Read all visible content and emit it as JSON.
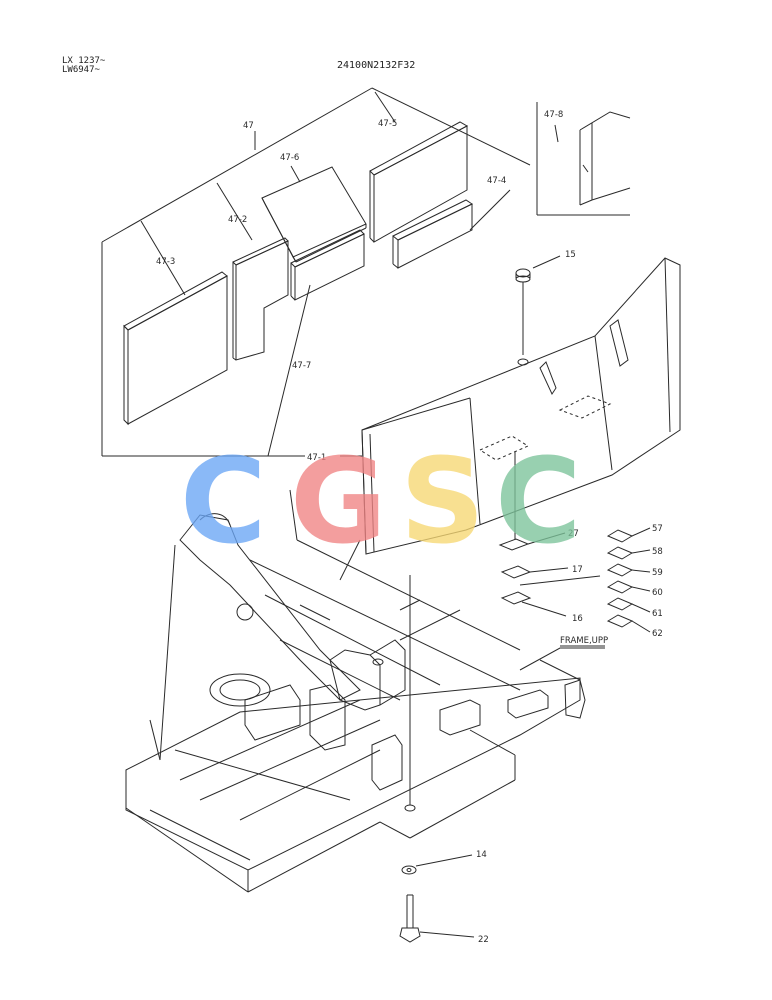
{
  "header": {
    "serial_1": "LX 1237~",
    "serial_2": "LW6947~",
    "drawing_code": "24100N2132F32"
  },
  "watermark": {
    "text": "CGSC",
    "letters": [
      "C",
      "G",
      "S",
      "C"
    ],
    "colors": [
      "#6aa6f5",
      "#f08484",
      "#f7d873",
      "#7cc39a"
    ]
  },
  "labels": {
    "p47": "47",
    "p47_1": "47-1",
    "p47_2": "47-2",
    "p47_3": "47-3",
    "p47_4": "47-4",
    "p47_5": "47-5",
    "p47_6": "47-6",
    "p47_7": "47-7",
    "p47_8": "47-8",
    "p15": "15",
    "p27": "27",
    "p17": "17",
    "p16": "16",
    "p57": "57",
    "p58": "58",
    "p59": "59",
    "p60": "60",
    "p61": "61",
    "p62": "62",
    "frame": "FRAME,UPP",
    "p14": "14",
    "p22": "22"
  },
  "colors": {
    "line": "#2a2a2a",
    "bg": "#ffffff"
  }
}
